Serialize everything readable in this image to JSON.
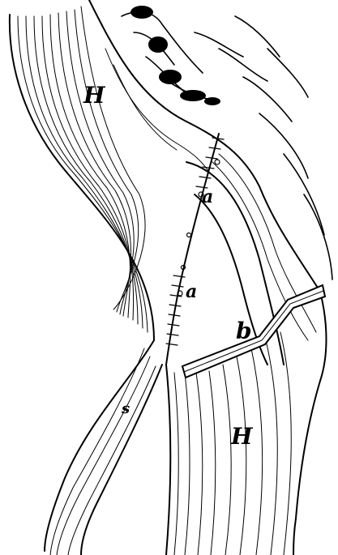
{
  "figure": {
    "labels": {
      "upper_H": "H",
      "lower_H": "H",
      "a_top": "a",
      "a_mid": "a",
      "b": "b",
      "s": "s"
    },
    "colors": {
      "ink": "#000000",
      "paper": "#ffffff"
    }
  }
}
